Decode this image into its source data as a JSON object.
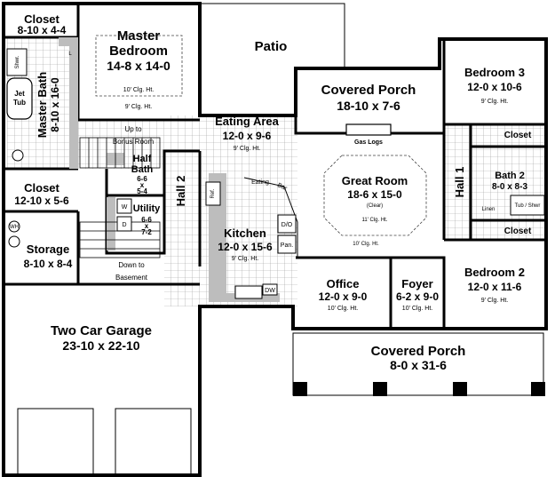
{
  "rooms": {
    "closet_master": {
      "name": "Closet",
      "dims": "8-10 x 4-4"
    },
    "master_bedroom": {
      "name1": "Master",
      "name2": "Bedroom",
      "dims": "14-8 x 14-0",
      "ceiling1": "10' Clg. Ht.",
      "ceiling2": "9' Clg. Ht."
    },
    "patio": {
      "name": "Patio"
    },
    "covered_porch_rear": {
      "name": "Covered Porch",
      "dims": "18-10 x 7-6"
    },
    "bedroom3": {
      "name": "Bedroom 3",
      "dims": "12-0 x 10-6",
      "ceiling": "9' Clg. Ht."
    },
    "master_bath": {
      "name": "Master Bath",
      "dims": "8-10 x 16-0"
    },
    "eating_area": {
      "name": "Eating Area",
      "dims": "12-0 x 9-6",
      "ceiling": "9' Clg. Ht."
    },
    "great_room": {
      "name": "Great Room",
      "dims": "18-6 x 15-0",
      "note": "(Clear)",
      "ceiling": "11' Clg. Ht.",
      "ceiling2": "10' Clg. Ht."
    },
    "half_bath": {
      "name1": "Half",
      "name2": "Bath",
      "dims1": "6-6",
      "dims2": "x",
      "dims3": "5-4"
    },
    "utility": {
      "name": "Utility",
      "dims1": "6-6",
      "dims2": "x",
      "dims3": "7-2"
    },
    "hall2": {
      "name": "Hall 2"
    },
    "hall1": {
      "name": "Hall 1"
    },
    "closet_hall": {
      "name": "Closet",
      "dims": "12-10 x 5-6"
    },
    "bath2": {
      "name": "Bath 2",
      "dims": "8-0 x 8-3"
    },
    "kitchen": {
      "name": "Kitchen",
      "dims": "12-0 x 15-6",
      "ceiling": "9' Clg. Ht."
    },
    "storage": {
      "name": "Storage",
      "dims": "8-10 x 8-4"
    },
    "office": {
      "name": "Office",
      "dims": "12-0 x 9-0",
      "ceiling": "10' Clg. Ht."
    },
    "foyer": {
      "name": "Foyer",
      "dims": "6-2 x 9-0",
      "ceiling": "10' Clg. Ht."
    },
    "bedroom2": {
      "name": "Bedroom 2",
      "dims": "12-0 x 11-6",
      "ceiling": "9' Clg. Ht."
    },
    "garage": {
      "name": "Two Car Garage",
      "dims": "23-10 x 22-10"
    },
    "covered_porch_front": {
      "name": "Covered Porch",
      "dims": "8-0 x 31-6"
    }
  },
  "labels": {
    "jet_tub1": "Jet",
    "jet_tub2": "Tub",
    "shower": "Shwr.",
    "linen_l": "L",
    "up_to": "Up to",
    "bonus_room": "Bonus Room",
    "down_to": "Down to",
    "basement": "Basement",
    "gas_logs": "Gas Logs",
    "eating_bar1": "Eating",
    "eating_bar2": "Bar",
    "ref": "Ref.",
    "do": "D/O",
    "pan": "Pan.",
    "dw": "DW",
    "washer": "W",
    "dryer": "D",
    "closet_b3": "Closet",
    "closet_b2": "Closet",
    "linen": "Linen",
    "tub_shwr": "Tub / Shwr",
    "wh": "WH"
  }
}
